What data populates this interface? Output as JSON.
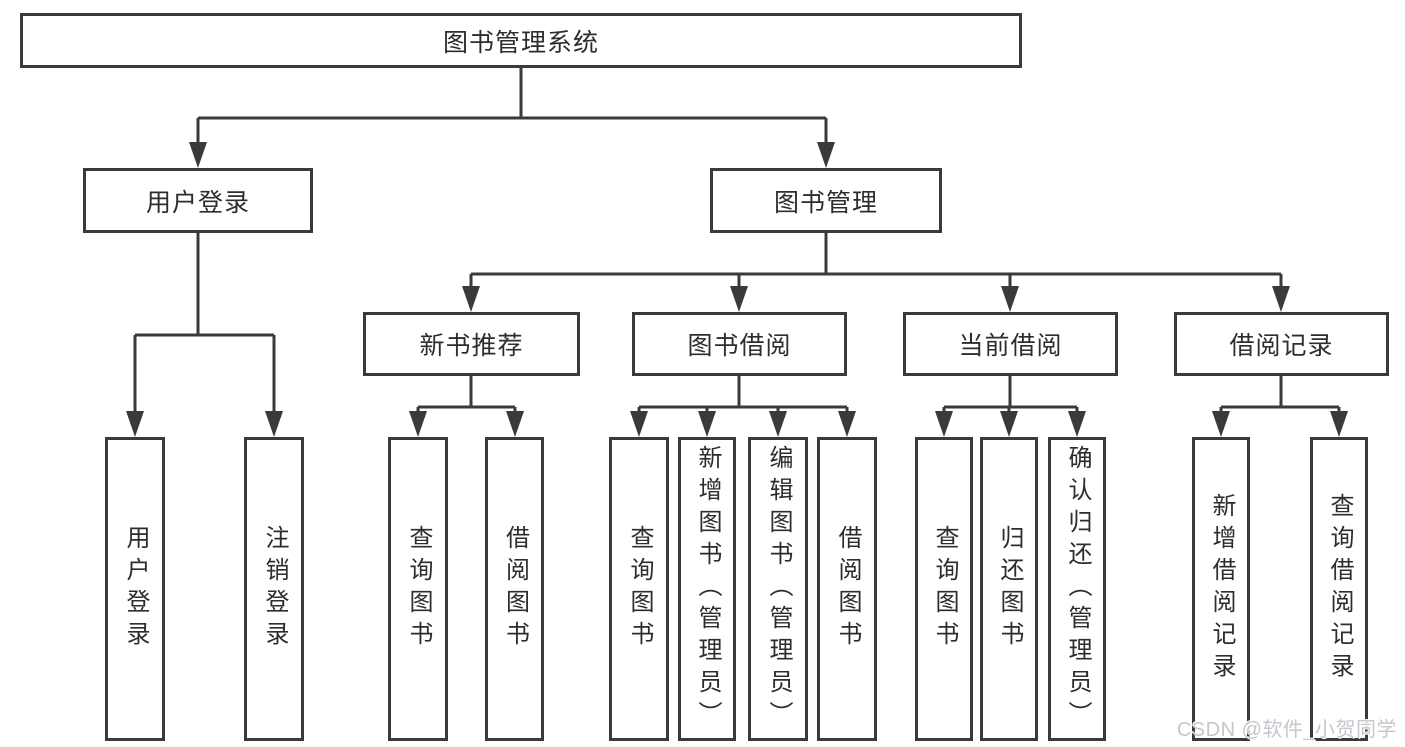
{
  "root": {
    "id": "library-management-system",
    "label": "图书管理系统"
  },
  "level2": [
    {
      "id": "user-login",
      "label": "用户登录",
      "parent": "图书管理系统"
    },
    {
      "id": "book-management",
      "label": "图书管理",
      "parent": "图书管理系统"
    }
  ],
  "level3": [
    {
      "id": "new-book-recommend",
      "label": "新书推荐",
      "parent": "图书管理"
    },
    {
      "id": "book-borrowing",
      "label": "图书借阅",
      "parent": "图书管理"
    },
    {
      "id": "current-borrowing",
      "label": "当前借阅",
      "parent": "图书管理"
    },
    {
      "id": "borrowing-records",
      "label": "借阅记录",
      "parent": "图书管理"
    }
  ],
  "leaves": [
    {
      "id": "user-login-action",
      "label": "用户登录",
      "parent": "用户登录"
    },
    {
      "id": "logout-action",
      "label": "注销登录",
      "parent": "用户登录"
    },
    {
      "id": "query-books-recommend",
      "label": "查询图书",
      "parent": "新书推荐"
    },
    {
      "id": "borrow-books-recommend",
      "label": "借阅图书",
      "parent": "新书推荐"
    },
    {
      "id": "query-books-borrowing",
      "label": "查询图书",
      "parent": "图书借阅"
    },
    {
      "id": "add-book-admin",
      "label": "新增图书（管理员）",
      "parent": "图书借阅"
    },
    {
      "id": "edit-book-admin",
      "label": "编辑图书（管理员）",
      "parent": "图书借阅"
    },
    {
      "id": "borrow-books-borrowing",
      "label": "借阅图书",
      "parent": "图书借阅"
    },
    {
      "id": "query-books-current",
      "label": "查询图书",
      "parent": "当前借阅"
    },
    {
      "id": "return-books",
      "label": "归还图书",
      "parent": "当前借阅"
    },
    {
      "id": "confirm-return-admin",
      "label": "确认归还（管理员）",
      "parent": "当前借阅"
    },
    {
      "id": "add-borrow-record",
      "label": "新增借阅记录",
      "parent": "借阅记录"
    },
    {
      "id": "query-borrow-record",
      "label": "查询借阅记录",
      "parent": "借阅记录"
    }
  ],
  "watermark": {
    "text": "CSDN @软件_小贺同学"
  },
  "colors": {
    "line": "#3a3a3a",
    "text": "#2d2d2d",
    "watermark": "#c4c7cb",
    "background": "#ffffff"
  }
}
